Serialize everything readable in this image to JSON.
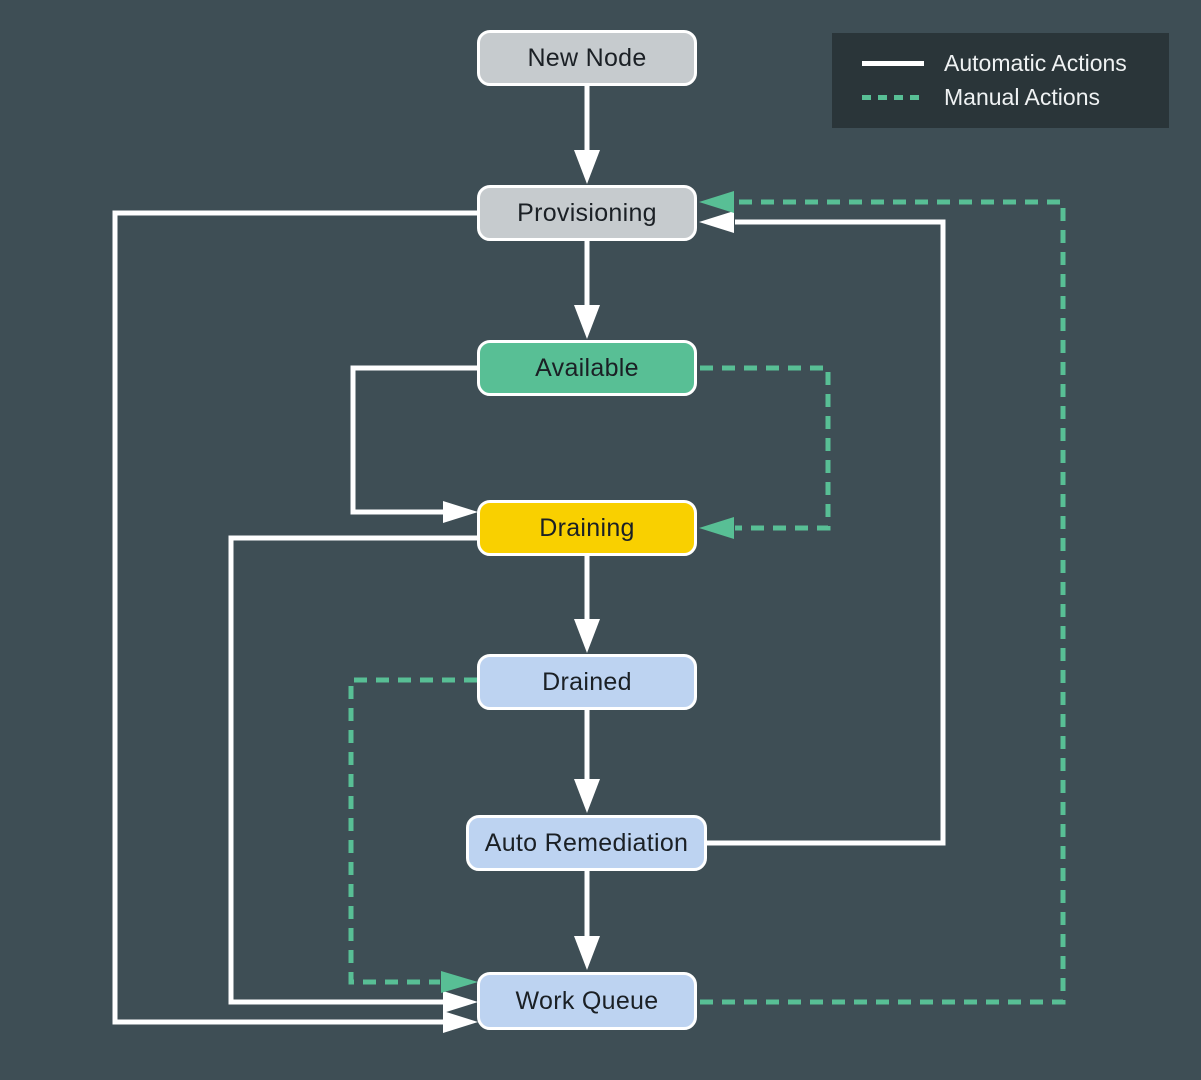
{
  "colors": {
    "background": "#3e4e55",
    "automatic_line": "#ffffff",
    "manual_line": "#58bf95",
    "node_gray": "#c6cbce",
    "node_green": "#58bf95",
    "node_yellow": "#f9d000",
    "node_blue": "#bdd3f1",
    "legend_background": "#2a3539",
    "node_text": "#1b2025",
    "legend_text": "#eff2f3"
  },
  "legend": {
    "automatic_label": "Automatic Actions",
    "manual_label": "Manual Actions"
  },
  "nodes": {
    "new_node": {
      "label": "New Node",
      "color": "#c6cbce"
    },
    "provisioning": {
      "label": "Provisioning",
      "color": "#c6cbce"
    },
    "available": {
      "label": "Available",
      "color": "#58bf95"
    },
    "draining": {
      "label": "Draining",
      "color": "#f9d000"
    },
    "drained": {
      "label": "Drained",
      "color": "#bdd3f1"
    },
    "auto_remediation": {
      "label": "Auto Remediation",
      "color": "#bdd3f1"
    },
    "work_queue": {
      "label": "Work Queue",
      "color": "#bdd3f1"
    }
  },
  "edges": [
    {
      "from": "New Node",
      "to": "Provisioning",
      "type": "automatic"
    },
    {
      "from": "Provisioning",
      "to": "Available",
      "type": "automatic"
    },
    {
      "from": "Available",
      "to": "Draining",
      "type": "automatic"
    },
    {
      "from": "Available",
      "to": "Draining",
      "type": "manual"
    },
    {
      "from": "Draining",
      "to": "Drained",
      "type": "automatic"
    },
    {
      "from": "Drained",
      "to": "Auto Remediation",
      "type": "automatic"
    },
    {
      "from": "Auto Remediation",
      "to": "Work Queue",
      "type": "automatic"
    },
    {
      "from": "Auto Remediation",
      "to": "Provisioning",
      "type": "automatic"
    },
    {
      "from": "Provisioning",
      "to": "Work Queue",
      "type": "automatic"
    },
    {
      "from": "Draining",
      "to": "Work Queue",
      "type": "automatic"
    },
    {
      "from": "Drained",
      "to": "Work Queue",
      "type": "manual"
    },
    {
      "from": "Work Queue",
      "to": "Provisioning",
      "type": "manual"
    }
  ]
}
